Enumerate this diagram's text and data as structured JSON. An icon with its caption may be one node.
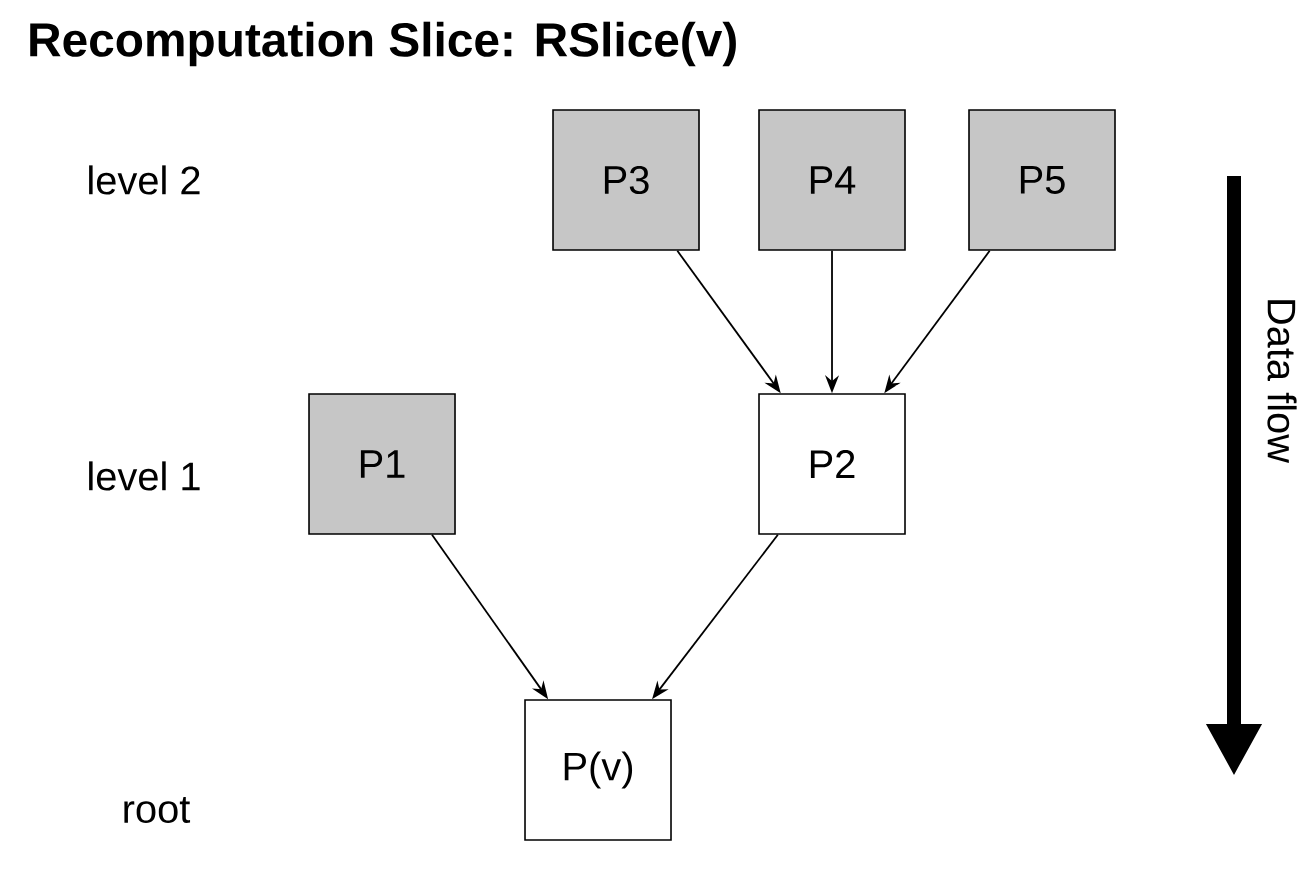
{
  "diagram": {
    "title": "Recomputation Slice: RSlice(v)",
    "nodes": [
      {
        "text": [
          "P3"
        ]
      },
      {
        "text": [
          "P4"
        ]
      },
      {
        "text": [
          "P5"
        ]
      },
      {
        "text": [
          "P1"
        ]
      },
      {
        "text": [
          "P2"
        ]
      },
      {
        "text": [
          "P(v)"
        ]
      }
    ],
    "edges": [
      {
        "from": 0,
        "to": 4,
        "arrow": "to"
      },
      {
        "from": 1,
        "to": 4,
        "arrow": "to"
      },
      {
        "from": 2,
        "to": 4,
        "arrow": "to"
      },
      {
        "from": 3,
        "to": 5,
        "arrow": "to"
      },
      {
        "from": 4,
        "to": 5,
        "arrow": "to"
      }
    ],
    "labels": [
      "level 2",
      "level 1",
      "root",
      "Data flow"
    ]
  }
}
